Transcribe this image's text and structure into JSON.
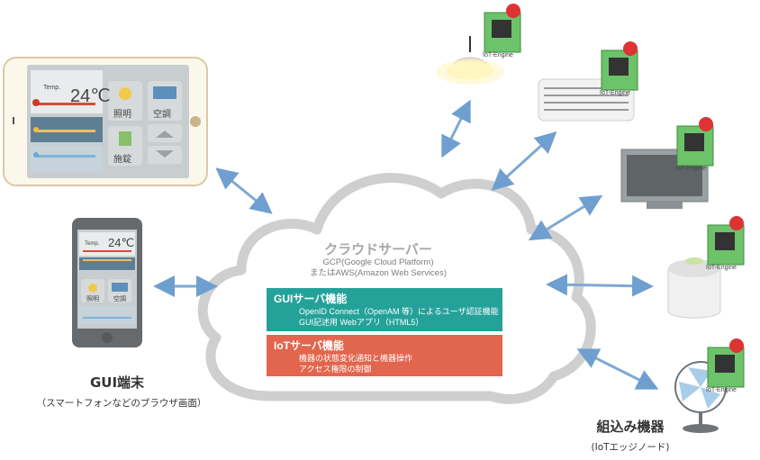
{
  "cloud": {
    "title": "クラウドサーバー",
    "subtitle_1": "GCP(Google Cloud Platform)",
    "subtitle_2": "またはAWS(Amazon Web Services)"
  },
  "gui_server": {
    "title": "GUIサーバ機能",
    "lines": [
      "OpenID Connect（OpenAM 等）によるユーザ認証機能",
      "GUI記述用 Webアプリ（HTML5）"
    ],
    "color": "#24a29a"
  },
  "iot_server": {
    "title": "IoTサーバ機能",
    "lines": [
      "機器の状態変化通知と機器操作",
      "アクセス権限の制御"
    ],
    "color": "#e2654d"
  },
  "gui_terminal": {
    "caption": "GUI端末",
    "sub": "（スマートフォンなどのブラウザ画面）",
    "tablet": {
      "temp_label": "Temp.",
      "temp_value": "24℃",
      "btn_light": "照明",
      "btn_ac": "空調",
      "btn_lock": "施錠"
    },
    "phone": {
      "temp_label": "Temp.",
      "temp_value": "24℃",
      "btn_light": "照明",
      "btn_ac": "空調"
    }
  },
  "devices": {
    "caption": "組込み機器",
    "sub": "(IoTエッジノード)",
    "board_label": "IoT-Engine",
    "items": [
      "lamp-device",
      "air-conditioner-device",
      "tv-device",
      "rice-cooker-device",
      "fan-device"
    ]
  }
}
